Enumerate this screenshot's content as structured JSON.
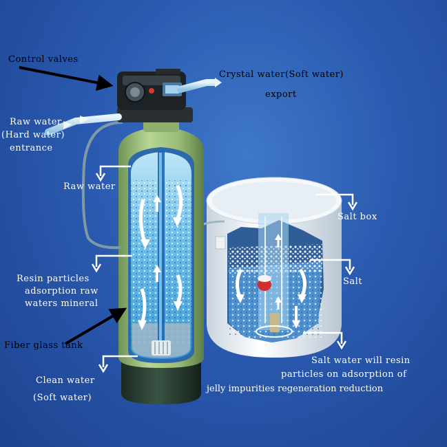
{
  "labels": {
    "control_valves": "Control valves",
    "crystal_water_line1": "Crystal water(Soft water)",
    "crystal_water_line2": "export",
    "raw_water_entrance_line1": "Raw water",
    "raw_water_entrance_line2": "(Hard water)",
    "raw_water_entrance_line3": "entrance",
    "raw_water": "Raw water",
    "salt_box": "Salt box",
    "salt": "Salt",
    "resin_line1": "Resin particles",
    "resin_line2": "adsorption raw",
    "resin_line3": "waters mineral",
    "fiber_glass_tank": "Fiber glass tank",
    "clean_water_line1": "Clean water",
    "clean_water_line2": "(Soft water)",
    "salt_water_line1": "Salt water will resin",
    "salt_water_line2": "particles on adsorption of",
    "salt_water_line3": "jelly impurities regeneration reduction"
  },
  "colors": {
    "background": "#2a5ab0",
    "tank_body": "#9fc27c",
    "tank_base": "#263a2f",
    "salt_box": "#eef2f5",
    "water": "#5fb8e8",
    "label_white": "#ffffff",
    "label_black": "#000000"
  }
}
